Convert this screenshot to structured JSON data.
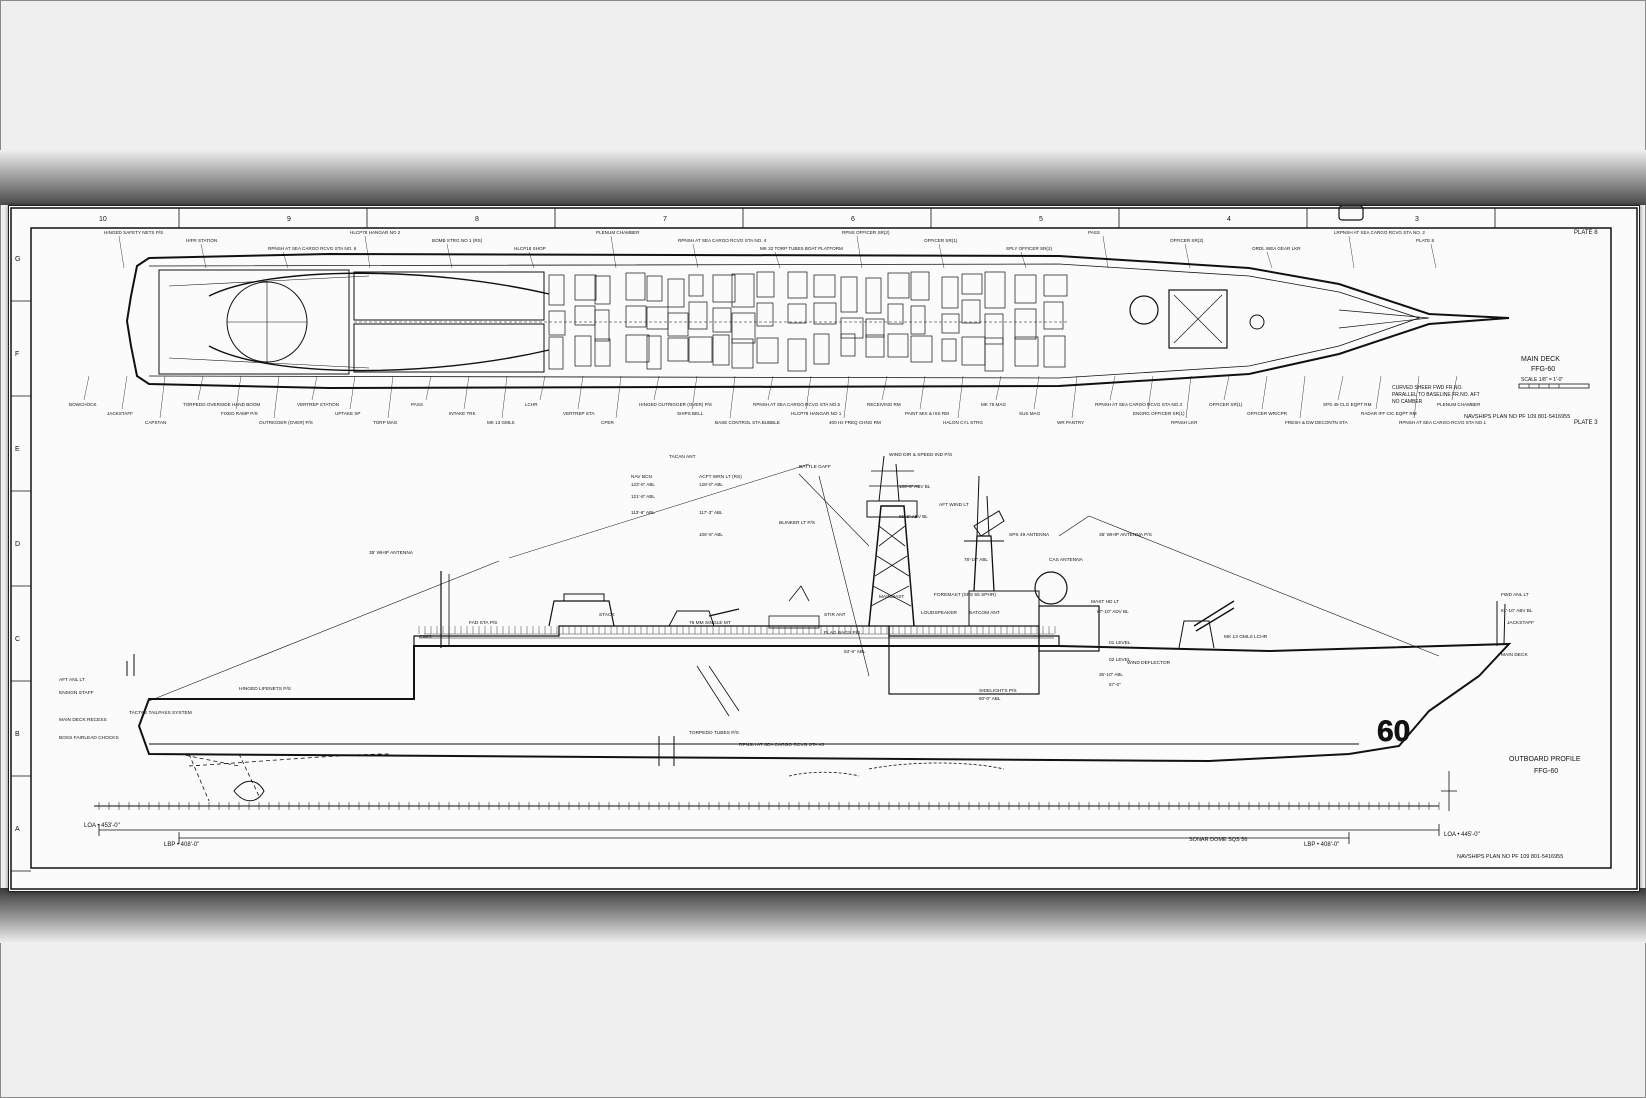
{
  "sheet": {
    "columns": [
      "10",
      "9",
      "8",
      "7",
      "6",
      "5",
      "4",
      "3"
    ],
    "rows": [
      "G",
      "F",
      "E",
      "D",
      "C",
      "B",
      "A"
    ],
    "plate_top": "PLATE 8",
    "plate_bottom": "PLATE 3"
  },
  "main_deck": {
    "title": "MAIN DECK",
    "hull": "FFG-60",
    "scale": "SCALE 1/8\" = 1'-0\"",
    "notes": [
      "CURVED SHEER FWD FR.NO.",
      "PARALLEL TO BASELINE FR.NO. AFT",
      "NO CAMBER"
    ],
    "plan_no": "NAVSHIPS PLAN NO PF 109   801-5416955",
    "labels": [
      "HINGED SAFETY NETS P/S",
      "HIFR STATION",
      "RPNSH AT SEA CARGO RCVG STA NO. 6",
      "HLCP78 HANGAR NO 2",
      "BOMB STRG NO 1 (RS)",
      "HLCP18 SHOP",
      "PLENUM CHAMBER",
      "RPNSH AT SEA CARGO RCVG STA NO. 4",
      "MK 32 TORP TUBES BOAT PLATFORM",
      "RPNS OFFICER SR(2)",
      "OFFICER SR(1)",
      "SPLY OFFICER SR(2)",
      "PASS",
      "OFFICER SR(2)",
      "ORDL WEA GEAR LKR",
      "LRPNSH AT SEA CARGO RCVG STA NO. 2",
      "PLATE 8",
      "BOWCHOCK",
      "JACKSTAFF",
      "CAPSTAN",
      "TORPEDO OVERSIDE HAND BOOM",
      "FIXED RAMP P/S",
      "OUTRIGGER (OVER) P/S",
      "VERTREP STATION",
      "UPTAKE SP",
      "TORP MAG",
      "PASS",
      "INTAKE TRK",
      "MK 13 GMLS",
      "LCHR",
      "VERTREP STA",
      "CPER",
      "HINGED OUTRIGGER (OVER) P/S",
      "SHIPS BELL",
      "BASE CONTROL STA BUBBLE",
      "RPNSH AT SEA CARGO RCVG STA NO.5",
      "HLCP78 HANGAR NO 1",
      "400 Hz FREQ CHNG RM",
      "RECEIVING RM",
      "PAINT MIX & ISS RM",
      "HALON CYL STRG",
      "MK 75 MAG",
      "SUS MAG",
      "WR PANTRY",
      "RPNSH AT SEA CARGO RCVG STA NO.3",
      "ENGRG OFFICER SR(1)",
      "RPNSH LKR",
      "OFFICER SR(1)",
      "OFFICER WR/CPR",
      "FRESH & DW DECONTN STA",
      "SPS 49 CLG EQPT RM",
      "RADAR IFF CIC EQPT RM",
      "RPNSH AT SEA CARGO RCVG STA NO.1",
      "PLENUM CHAMBER"
    ]
  },
  "profile": {
    "title": "OUTBOARD PROFILE",
    "hull": "FFG-60",
    "hull_number": "60",
    "plan_no": "NAVSHIPS PLAN NO PF 109   801-5416955",
    "loa_aft": "LOA • 453'-0\"",
    "lbp_aft": "LBP • 408'-0\"",
    "lbp_fwd": "LBP • 408'-0\"",
    "loa_fwd": "LOA • 445'-0\"",
    "sonar": "SONAR DOME SQS 56",
    "labels": [
      "TACAN ANT",
      "NAV BCN",
      "ACFT WRN LT (RS)",
      "BATTLE GAFF",
      "WIND DIR & SPEED IND P/S",
      "AFT WIND LT",
      "BLINKER LT P/S",
      "SPS 49 ANTENNA",
      "35' WHIP ANTENNA P/S",
      "35' WHIP ANTENNA",
      "CAS ANTENNA",
      "MAINMAST",
      "FOREMAST (SPS 55 SPHR)",
      "LOUDSPEAKER",
      "SATCOM ANT",
      "STIR ANT",
      "FLAG BAGS P/S",
      "STACK",
      "76 MM SINGLE MT",
      "FAD STA P/S",
      "CIWS",
      "MK 13 GMLS LCHR",
      "WIND DEFLECTOR",
      "SIDELIGHTS P/S",
      "MAST HD LT",
      "AFT ANL LT",
      "ENSIGN STAFF",
      "HINGED LIFENETS P/S",
      "TACTAS TAILPASS SYSTEM",
      "MAIN DECK RECESS",
      "BOSS FAIRLEAD CHOCKS",
      "TORPEDO TUBES P/S",
      "RPNSH AT SEA CARGO RCVG STA #3",
      "FWD ANL LT",
      "JACKSTAFF",
      "MAIN DECK",
      "01 LEVEL",
      "02 LEVEL"
    ],
    "elevations": [
      "123'-6\" ABL",
      "129'-0\" ABL",
      "121'-6\" ABL",
      "113'-6\" ABL",
      "117'-3\" ABL",
      "106'-6\" ABL",
      "106'-6\" ABV BL",
      "96'-6\" ABV BL",
      "78'-10\" ABL",
      "53'-6\" ABL",
      "50'-0\" ABL",
      "67'-10\" ADV BL",
      "61'-10\" ABV BL",
      "35'-10\" ABL",
      "57'-0\""
    ]
  }
}
